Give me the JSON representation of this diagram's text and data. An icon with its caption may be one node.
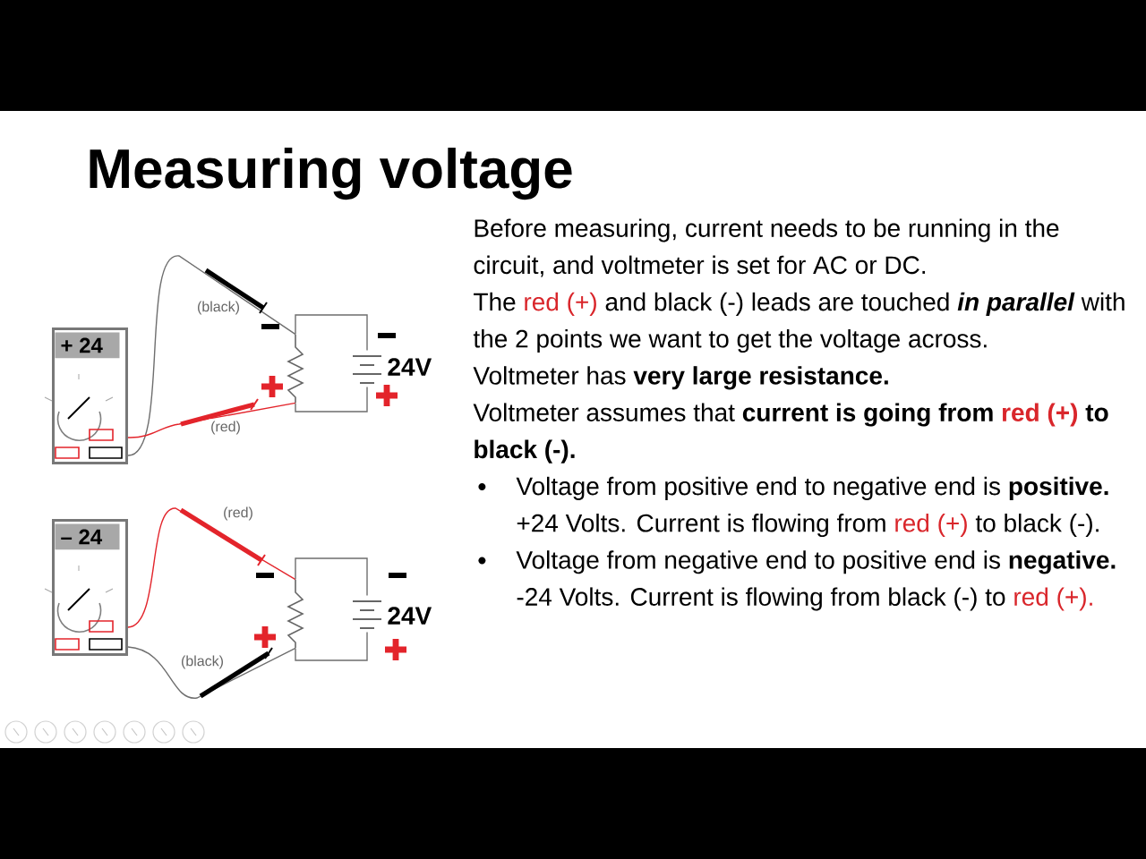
{
  "diagram": {
    "title": "Measuring voltage",
    "nodes": [
      {
        "text": [
          "+ 24"
        ]
      },
      {
        "text": [],
        "shape": "resistor"
      },
      {
        "text": [],
        "shape": "battery"
      },
      {
        "text": [
          "– 24"
        ]
      },
      {
        "text": [],
        "shape": "resistor"
      },
      {
        "text": [],
        "shape": "battery"
      }
    ],
    "edges": [
      {
        "from": 0,
        "to": 1,
        "arrow": "none",
        "label": "(black)"
      },
      {
        "from": 0,
        "to": 1,
        "arrow": "none",
        "label": "(red)",
        "color": "#e3242b"
      },
      {
        "from": 1,
        "to": 2,
        "arrow": "none"
      },
      {
        "from": 1,
        "to": 2,
        "arrow": "none"
      },
      {
        "from": 3,
        "to": 4,
        "arrow": "none",
        "label": "(red)",
        "color": "#e3242b"
      },
      {
        "from": 3,
        "to": 4,
        "arrow": "none",
        "label": "(black)"
      },
      {
        "from": 4,
        "to": 5,
        "arrow": "none"
      },
      {
        "from": 4,
        "to": 5,
        "arrow": "none"
      }
    ],
    "labels": [
      "24V",
      "24V",
      "Before measuring, current needs to be running in the circuit, and voltmeter is set for AC or DC.",
      "The",
      "red (+)",
      "and black (-) leads are touched",
      "in parallel",
      "with the 2 points we want to get the voltage across.",
      "Voltmeter has **very large resistance.**",
      "Voltmeter assumes that **current is going from**",
      "red (+)",
      "to black (-).",
      "Voltage from positive end to negative end is **positive.** +24 Volts. Current is flowing from",
      "red (+)",
      "to black (-).",
      "Voltage from negative end to positive end is **negative.** -24 Volts. Current is flowing from black (-) to",
      "red (+)."
    ]
  }
}
